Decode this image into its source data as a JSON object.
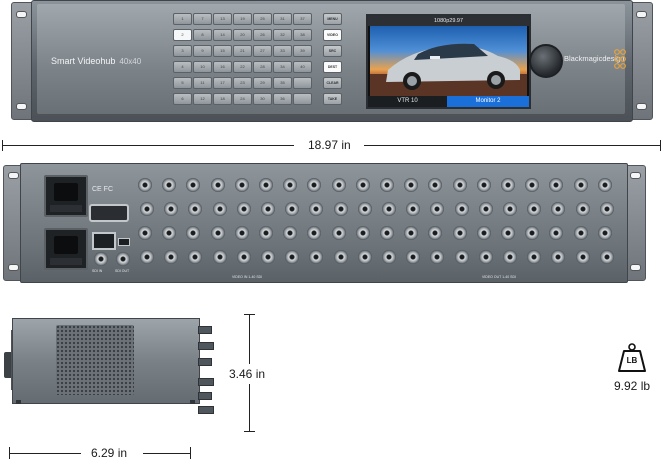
{
  "front_panel": {
    "product_name": "Smart Videohub",
    "product_model": "40x40",
    "brand": "Blackmagicdesign",
    "keys": [
      [
        "1",
        "7",
        "13",
        "19",
        "25",
        "31",
        "37"
      ],
      [
        "2",
        "8",
        "14",
        "20",
        "26",
        "32",
        "38"
      ],
      [
        "3",
        "9",
        "15",
        "21",
        "27",
        "33",
        "39"
      ],
      [
        "4",
        "10",
        "16",
        "22",
        "28",
        "34",
        "40"
      ],
      [
        "5",
        "11",
        "17",
        "23",
        "29",
        "35",
        ""
      ],
      [
        "6",
        "12",
        "18",
        "24",
        "30",
        "36",
        ""
      ]
    ],
    "function_keys": [
      "MENU",
      "VIDEO",
      "SRC",
      "DEST",
      "CLEAR",
      "TAKE"
    ],
    "lcd": {
      "format": "1080p29.97",
      "left_label": "VTR 10",
      "right_label": "Monitor 2"
    }
  },
  "rear_panel": {
    "labels": [
      "SDI IN",
      "SDI OUT",
      "VIDEO IN 1-40 SDI",
      "VIDEO OUT 1-40 SDI"
    ],
    "compliance": "CE FC"
  },
  "dimensions": {
    "width": "18.97 in",
    "height": "3.46 in",
    "depth": "6.29 in",
    "weight": "9.92 lb",
    "weight_unit_badge": "LB"
  }
}
